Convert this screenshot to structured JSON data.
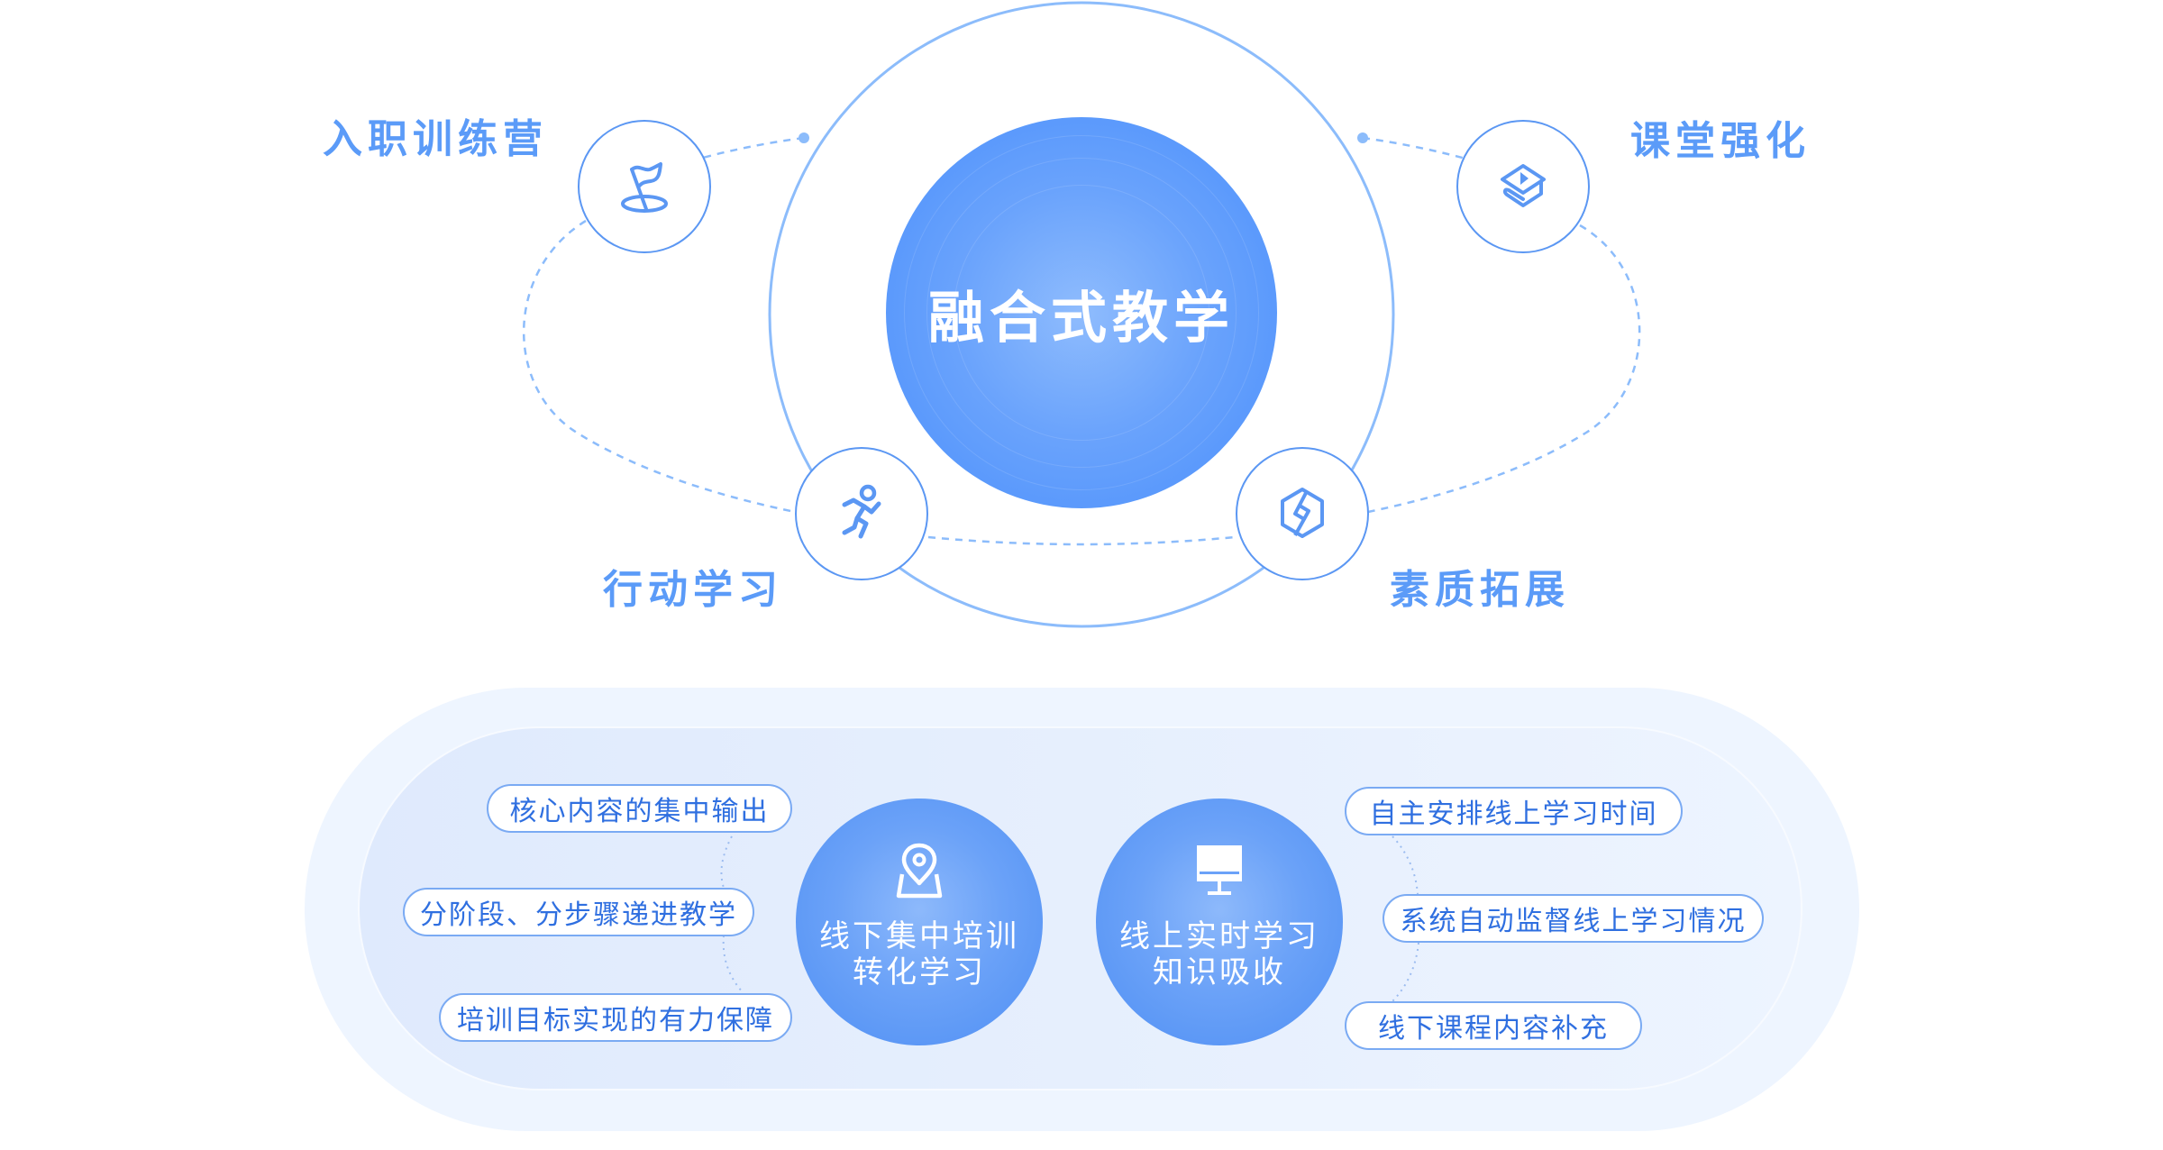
{
  "center": {
    "title": "融合式教学"
  },
  "nodes": [
    {
      "label": "入职训练营",
      "icon": "flag-icon"
    },
    {
      "label": "课堂强化",
      "icon": "graduation-cap-play-icon"
    },
    {
      "label": "行动学习",
      "icon": "runner-icon"
    },
    {
      "label": "素质拓展",
      "icon": "hexagon-icon"
    }
  ],
  "modes": [
    {
      "icon": "location-pin-icon",
      "title_line1": "线下集中培训",
      "title_line2": "转化学习",
      "points": [
        "核心内容的集中输出",
        "分阶段、分步骤递进教学",
        "培训目标实现的有力保障"
      ]
    },
    {
      "icon": "monitor-icon",
      "title_line1": "线上实时学习",
      "title_line2": "知识吸收",
      "points": [
        "自主安排线上学习时间",
        "系统自动监督线上学习情况",
        "线下课程内容补充"
      ]
    }
  ],
  "colors": {
    "accent": "#5b9bf8",
    "core_blue": "#4a8ffc",
    "pill_text": "#2f6fe0",
    "pill_border": "#7aaaf3",
    "panel_bg": "#eef5ff"
  }
}
